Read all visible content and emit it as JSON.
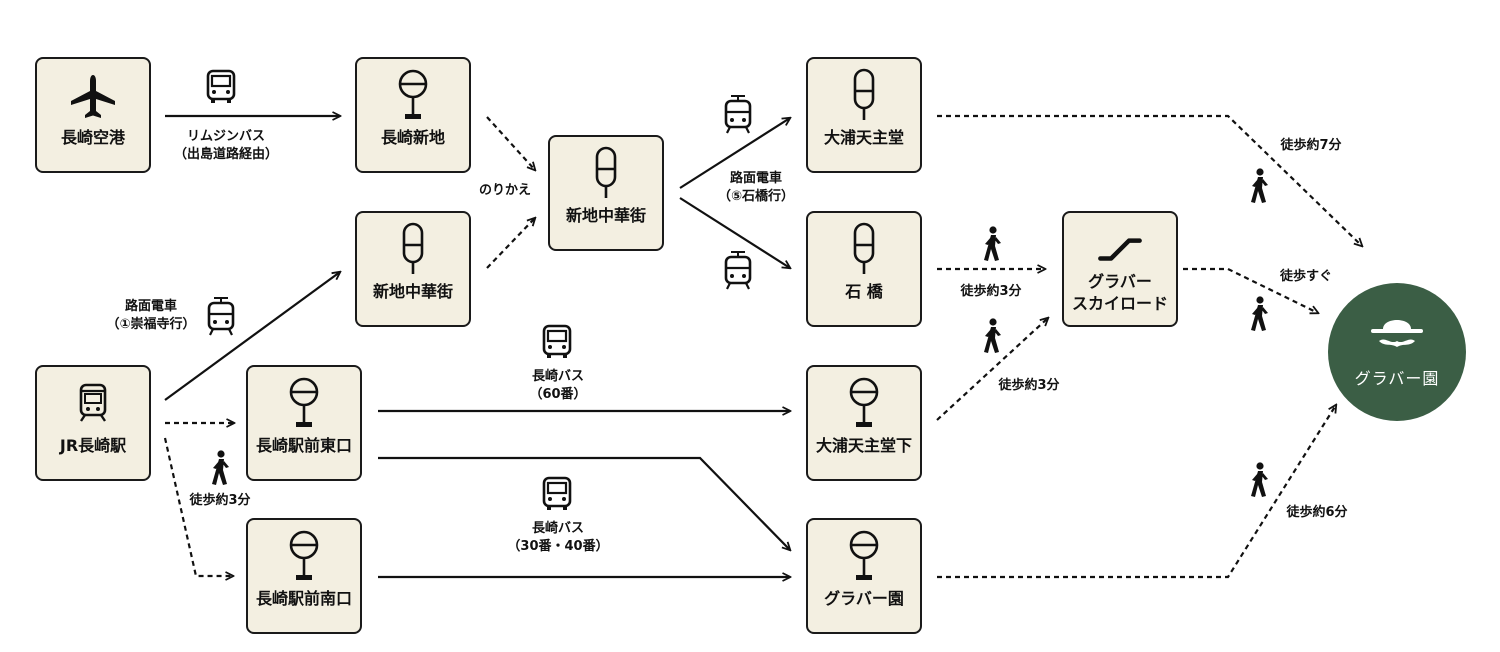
{
  "nodes": {
    "nagasaki_airport": {
      "label": "長崎空港"
    },
    "nagasaki_shinchi": {
      "label": "長崎新地"
    },
    "shinchi_chukagai_bus": {
      "label": "新地中華街"
    },
    "shinchi_chukagai_tram": {
      "label": "新地中華街"
    },
    "oura_tenshudo": {
      "label": "大浦天主堂"
    },
    "ishibashi": {
      "label": "石 橋"
    },
    "glover_skyroad": {
      "label_line1": "グラバー",
      "label_line2": "スカイロード"
    },
    "jr_nagasaki": {
      "label": "JR長崎駅"
    },
    "ekimae_higashi": {
      "label": "長崎駅前東口"
    },
    "ekimae_minami": {
      "label": "長崎駅前南口"
    },
    "oura_tenshudo_shita": {
      "label": "大浦天主堂下"
    },
    "glover_en_stop": {
      "label": "グラバー園"
    }
  },
  "destination": {
    "label": "グラバー園"
  },
  "edge_labels": {
    "limousine_line1": "リムジンバス",
    "limousine_line2": "（出島道路経由）",
    "norikae": "のりかえ",
    "tram5_line1": "路面電車",
    "tram5_line2": "（⑤石橋行）",
    "tram1_line1": "路面電車",
    "tram1_line2": "（①崇福寺行）",
    "walk_3_jr": "徒歩約3分",
    "bus60_line1": "長崎バス",
    "bus60_line2": "（60番）",
    "bus3040_line1": "長崎バス",
    "bus3040_line2": "（30番・40番）",
    "walk_3_ishibashi": "徒歩約3分",
    "walk_3_oura_shita": "徒歩約3分",
    "walk_7": "徒歩約7分",
    "walk_sugu": "徒歩すぐ",
    "walk_6": "徒歩約6分"
  }
}
